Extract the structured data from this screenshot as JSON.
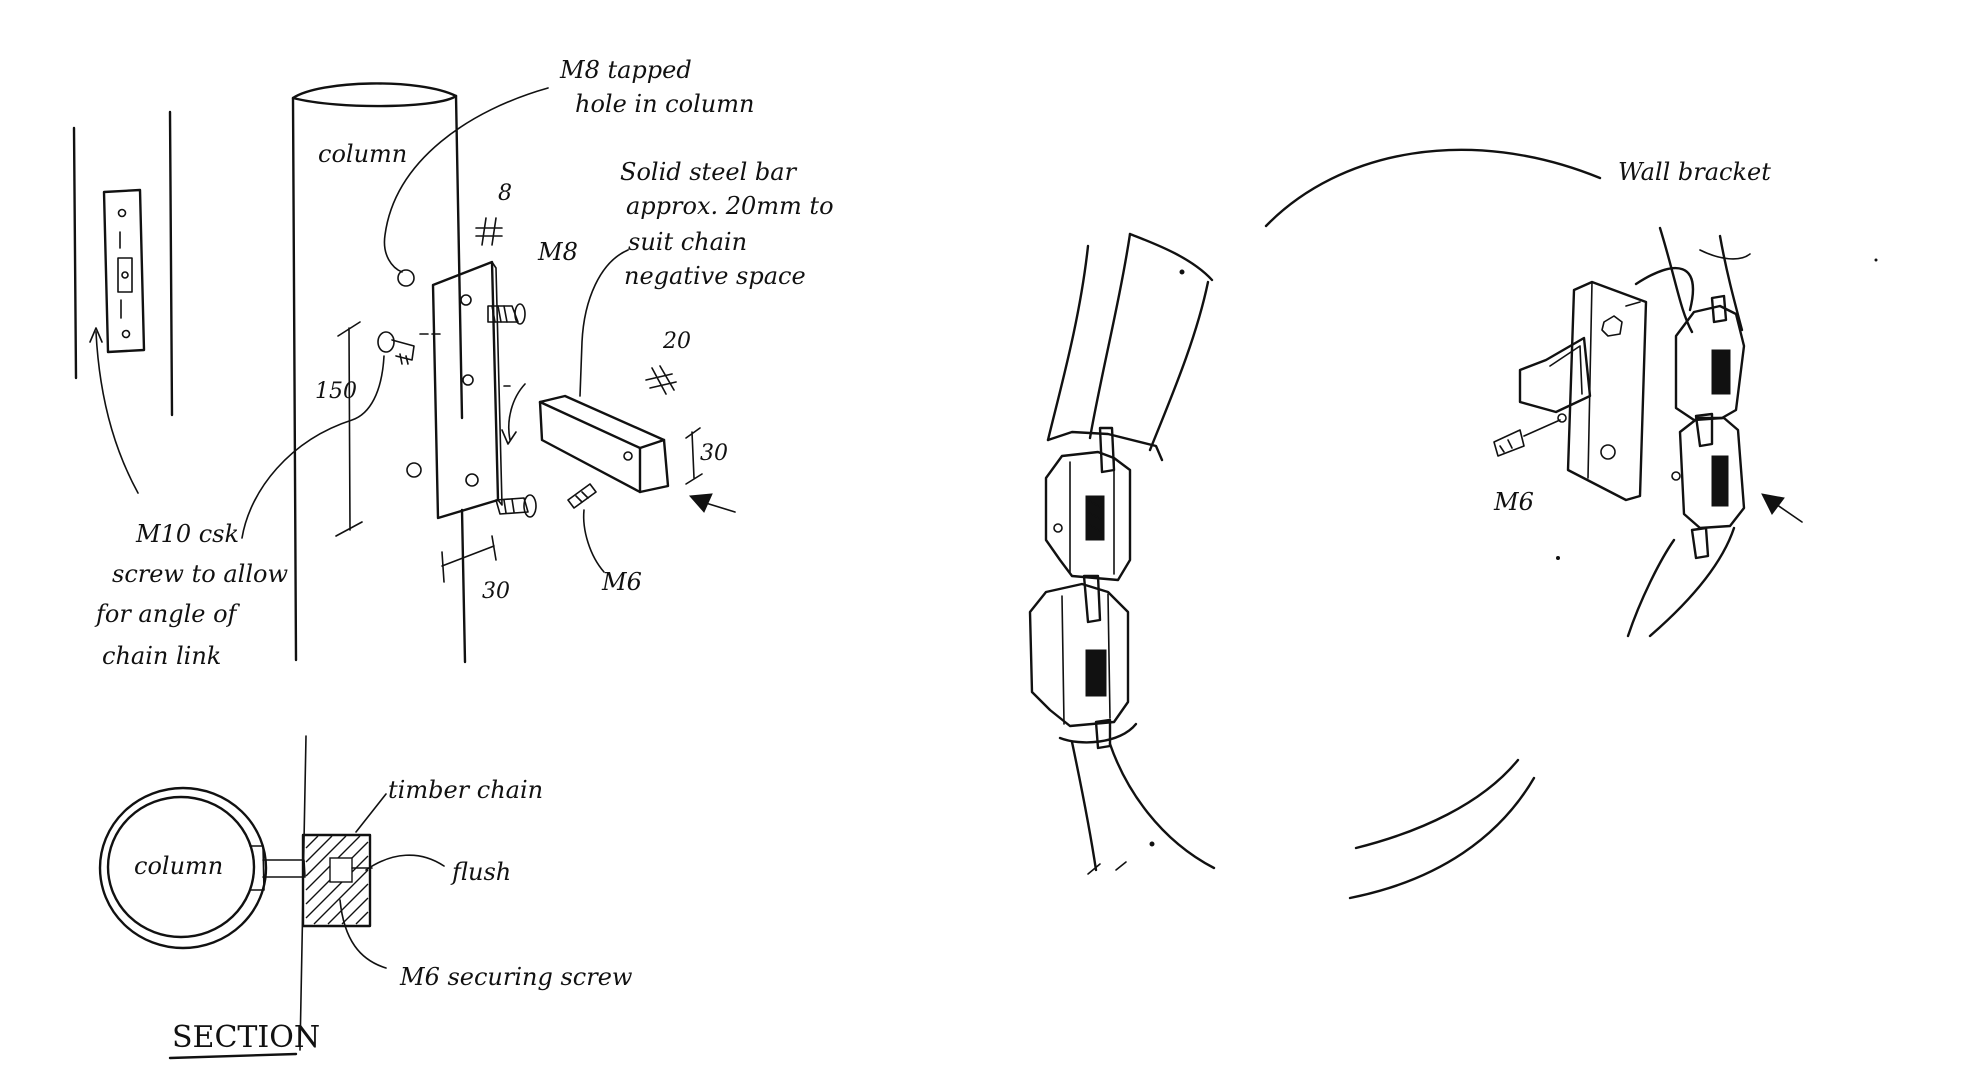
{
  "labels": {
    "column_top": "column",
    "m8_hole_line1": "M8 tapped",
    "m8_hole_line2": "hole in column",
    "steel_bar_line1": "Solid steel bar",
    "steel_bar_line2": "approx. 20mm to",
    "steel_bar_line3": "suit chain",
    "steel_bar_line4": "negative space",
    "m8": "M8",
    "m6_left": "M6",
    "m10_line1": "M10 csk",
    "m10_line2": "screw to allow",
    "m10_line3": "for angle of",
    "m10_line4": "chain link",
    "section_column": "column",
    "timber_chain": "timber chain",
    "flush": "flush",
    "m6_securing": "M6 securing screw",
    "section_title": "SECTION",
    "wall_bracket": "Wall bracket",
    "m6_right": "M6"
  },
  "dimensions": {
    "d8": "8",
    "d150": "150",
    "d20": "20",
    "d30_bar": "30",
    "d30_plate": "30"
  }
}
